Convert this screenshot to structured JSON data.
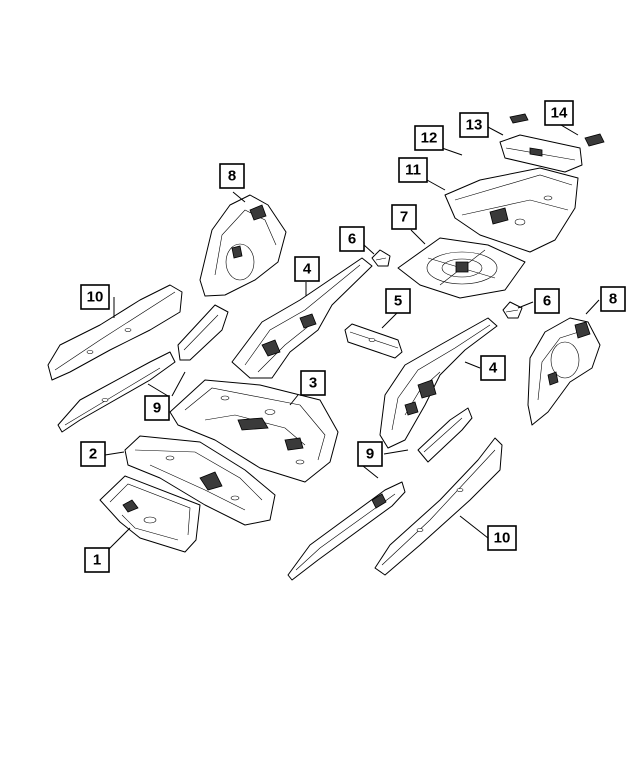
{
  "callouts": [
    {
      "id": "c1",
      "label": "1"
    },
    {
      "id": "c2",
      "label": "2"
    },
    {
      "id": "c3",
      "label": "3"
    },
    {
      "id": "c4a",
      "label": "4"
    },
    {
      "id": "c4b",
      "label": "4"
    },
    {
      "id": "c5",
      "label": "5"
    },
    {
      "id": "c6a",
      "label": "6"
    },
    {
      "id": "c6b",
      "label": "6"
    },
    {
      "id": "c7",
      "label": "7"
    },
    {
      "id": "c8a",
      "label": "8"
    },
    {
      "id": "c8b",
      "label": "8"
    },
    {
      "id": "c9a",
      "label": "9"
    },
    {
      "id": "c9b",
      "label": "9"
    },
    {
      "id": "c10a",
      "label": "10"
    },
    {
      "id": "c10b",
      "label": "10"
    },
    {
      "id": "c11",
      "label": "11"
    },
    {
      "id": "c12",
      "label": "12"
    },
    {
      "id": "c13",
      "label": "13"
    },
    {
      "id": "c14",
      "label": "14"
    }
  ]
}
